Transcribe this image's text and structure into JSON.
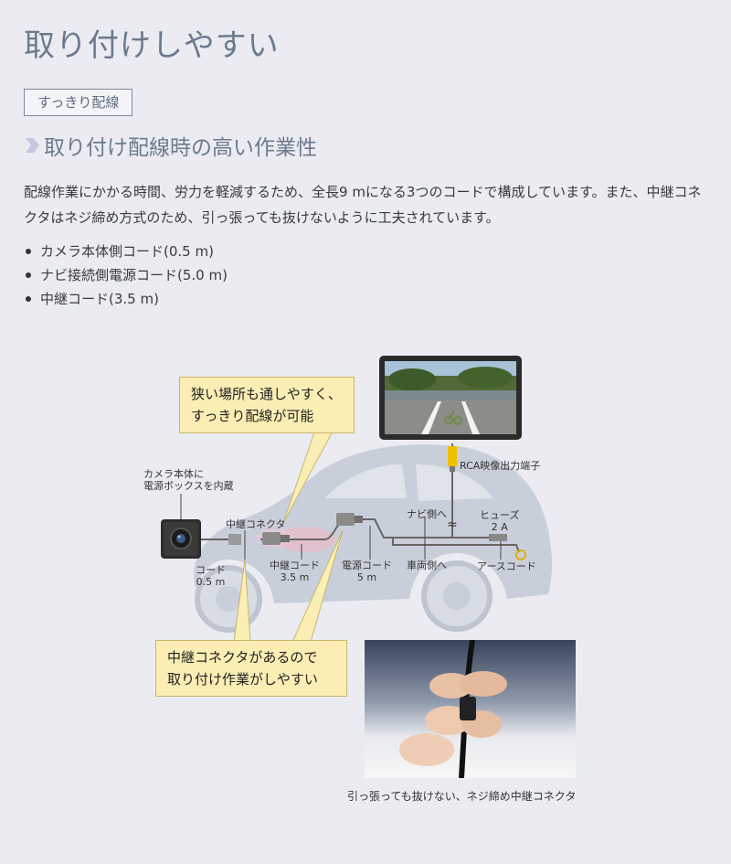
{
  "header": {
    "title": "取り付けしやすい",
    "tag": "すっきり配線",
    "subtitle": "取り付け配線時の高い作業性"
  },
  "description": "配線作業にかかる時間、労力を軽減するため、全長9 mになる3つのコードで構成しています。また、中継コネクタはネジ締め方式のため、引っ張っても抜けないように工夫されています。",
  "bullets": [
    "カメラ本体側コード(0.5 m)",
    "ナビ接続側電源コード(5.0 m)",
    "中継コード(3.5 m)"
  ],
  "diagram": {
    "callout_top": [
      "狭い場所も通しやすく、",
      "すっきり配線が可能"
    ],
    "callout_bottom": [
      "中継コネクタがあるので",
      "取り付け作業がしやすい"
    ],
    "label_camera": [
      "カメラ本体に",
      "電源ボックスを内蔵"
    ],
    "label_relay_connector": "中継コネクタ",
    "label_code": [
      "コード",
      "0.5 m"
    ],
    "label_relay_code": [
      "中継コード",
      "3.5 m"
    ],
    "label_power_code": [
      "電源コード",
      "5 m"
    ],
    "label_rca": "RCA映像出力端子",
    "label_navi": "ナビ側へ",
    "label_vehicle": "車両側へ",
    "label_fuse": [
      "ヒューズ",
      "2 A"
    ],
    "label_earth": "アースコード",
    "tilde": "≈"
  },
  "photo": {
    "caption": "引っ張っても抜けない、ネジ締め中継コネクタ"
  },
  "colors": {
    "title": "#6d7a8e",
    "callout_bg": "#fbeeb4",
    "car_body": "#c9cfda",
    "rca_yellow": "#f0c000"
  }
}
